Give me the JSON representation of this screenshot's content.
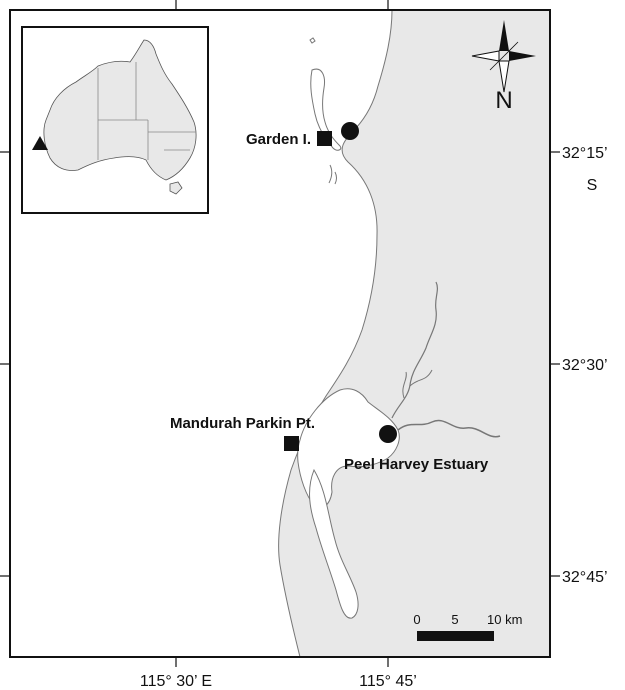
{
  "sites": {
    "garden": "Garden I.",
    "mandurah": "Mandurah Parkin Pt.",
    "peel": "Peel Harvey Estuary"
  },
  "latitude_labels": {
    "lat1": "32°15’",
    "lat1_hemisphere": "S",
    "lat2": "32°30’",
    "lat3": "32°45’"
  },
  "longitude_labels": {
    "lon1": "115° 30’ E",
    "lon2": "115° 45’"
  },
  "north_label": "N",
  "scale_bar": {
    "tick0": "0",
    "tick1": "5",
    "tick2": "10 km"
  },
  "colors": {
    "sea": "#e8e8e8",
    "land": "#ffffff",
    "frame": "#111111",
    "marker": "#111111"
  },
  "legend": {
    "square": "square-marker",
    "circle": "circle-marker",
    "triangle": "triangle-marker"
  }
}
